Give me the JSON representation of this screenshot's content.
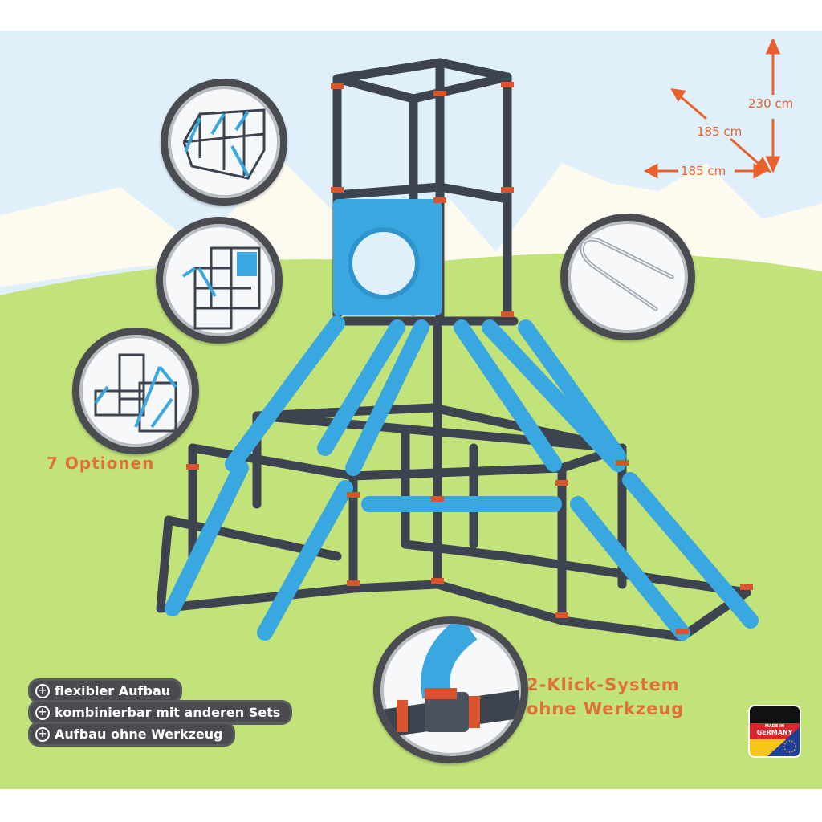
{
  "product": {
    "name": "Climbing frame tower with slides",
    "colors": {
      "sky": "#dff0fb",
      "mountain": "#fdfbf0",
      "grass": "#c2e27a",
      "frame_tube": "#3d4450",
      "connector": "#d9542c",
      "rail_blue": "#3aa8e0",
      "accent_text": "#e0703a",
      "dimension_arrows": "#e8612c"
    }
  },
  "dimensions": {
    "height": "230 cm",
    "depth": "185 cm",
    "width": "185 cm"
  },
  "options": {
    "label": "7 Optionen",
    "thumbnails": [
      {
        "name": "option-1-double-climber"
      },
      {
        "name": "option-2-tower-cube"
      },
      {
        "name": "option-3-stepped-climber"
      }
    ]
  },
  "accessories": {
    "ground_stake": "u-shaped-ground-peg"
  },
  "features": [
    {
      "icon": "plus-circle-icon",
      "text": "flexibler Aufbau"
    },
    {
      "icon": "plus-circle-icon",
      "text": "kombinierbar mit anderen Sets"
    },
    {
      "icon": "plus-circle-icon",
      "text": "Aufbau ohne Werkzeug"
    }
  ],
  "click_system": {
    "line1": "2-Klick-System",
    "line2": "ohne Werkzeug"
  },
  "badge": {
    "line1": "MADE IN",
    "line2": "GERMANY"
  }
}
